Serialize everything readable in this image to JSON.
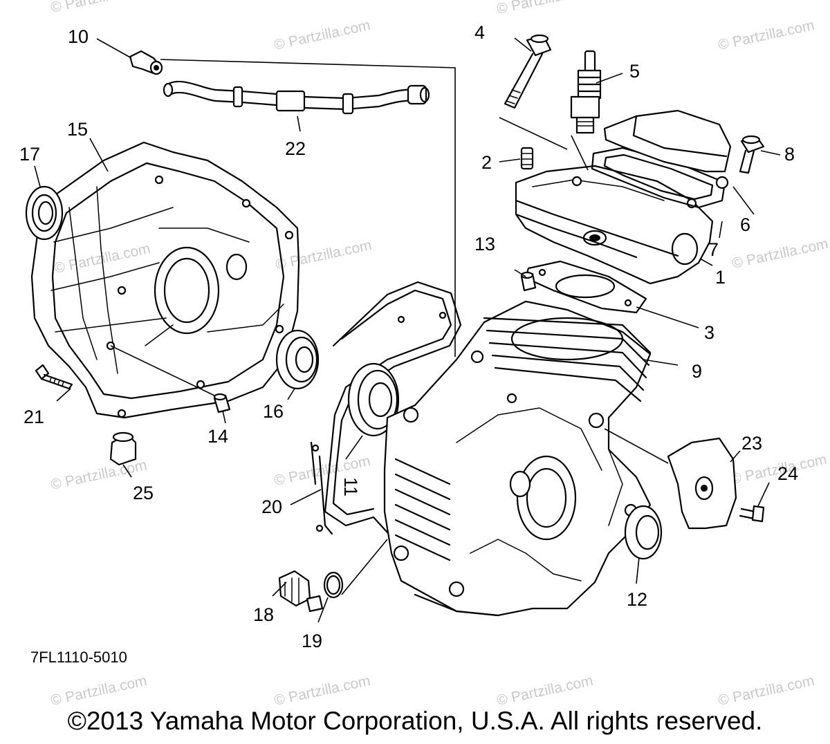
{
  "watermark_text": "© Partzilla.com",
  "part_number": "7FL1110-5010",
  "copyright": "©2013 Yamaha Motor Corporation, U.S.A. All rights reserved.",
  "callouts": {
    "c1": "1",
    "c2": "2",
    "c3": "3",
    "c4": "4",
    "c5": "5",
    "c6": "6",
    "c7": "7",
    "c8": "8",
    "c9": "9",
    "c10": "10",
    "c11": "11",
    "c12": "12",
    "c13": "13",
    "c14": "14",
    "c15": "15",
    "c16": "16",
    "c17": "17",
    "c18": "18",
    "c19": "19",
    "c20": "20",
    "c21": "21",
    "c22": "22",
    "c23": "23",
    "c24": "24",
    "c25": "25"
  }
}
